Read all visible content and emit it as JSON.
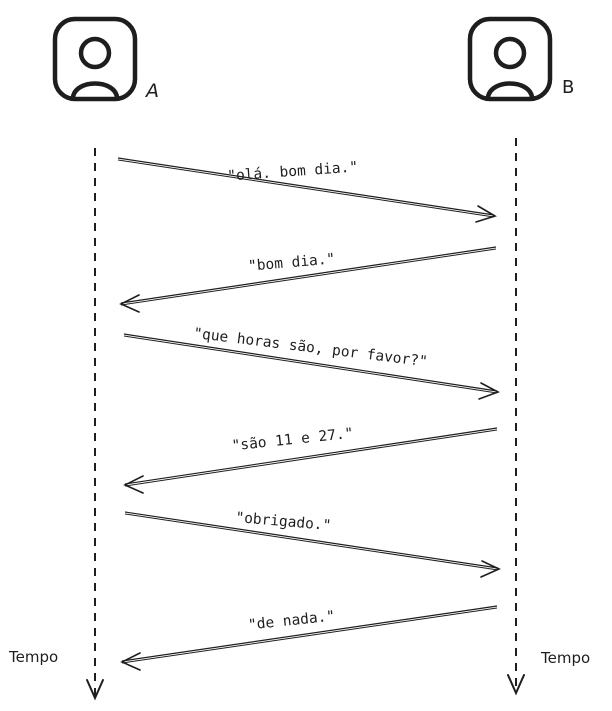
{
  "participants": [
    {
      "id": "A",
      "label": "A",
      "icon": "user-avatar-icon"
    },
    {
      "id": "B",
      "label": "B",
      "icon": "user-avatar-icon"
    }
  ],
  "timeline": {
    "left_label": "Tempo",
    "right_label": "Tempo"
  },
  "messages": [
    {
      "from": "A",
      "to": "B",
      "text": "\"olá. bom dia.\""
    },
    {
      "from": "B",
      "to": "A",
      "text": "\"bom dia.\""
    },
    {
      "from": "A",
      "to": "B",
      "text": "\"que horas são, por favor?\""
    },
    {
      "from": "B",
      "to": "A",
      "text": "\"são 11 e 27.\""
    },
    {
      "from": "A",
      "to": "B",
      "text": "\"obrigado.\""
    },
    {
      "from": "B",
      "to": "A",
      "text": "\"de nada.\""
    }
  ],
  "colors": {
    "stroke": "#1e1e1e",
    "background": "#ffffff"
  }
}
